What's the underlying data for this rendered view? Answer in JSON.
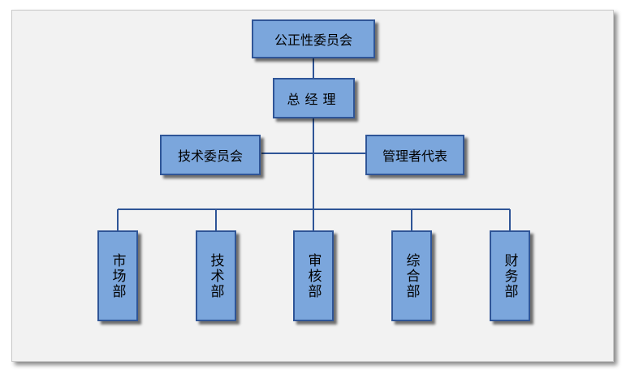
{
  "nodes": {
    "fairness_committee": "公正性委员会",
    "general_manager": "总经理",
    "technical_committee": "技术委员会",
    "management_rep": "管理者代表",
    "departments": {
      "market": "市场部",
      "technical": "技术部",
      "audit": "审核部",
      "general": "综合部",
      "finance": "财务部"
    }
  },
  "colors": {
    "node_fill": "#7ba6dc",
    "node_border": "#2f5597",
    "connector": "#2f5597",
    "background": "#f2f2f2"
  }
}
